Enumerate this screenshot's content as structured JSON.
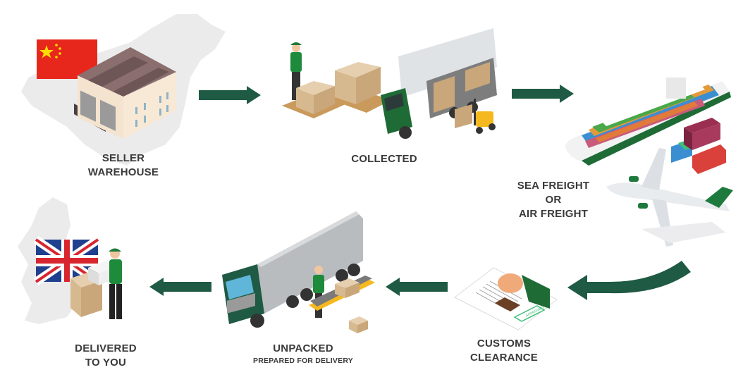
{
  "diagram": {
    "title": "Shipping process from China to UK",
    "colors": {
      "arrow": "#1f5a44",
      "label": "#3a3a3a",
      "map_gray": "#ebebeb",
      "brand_green": "#1e7a3c",
      "box_tan": "#d6b98f"
    },
    "steps": [
      {
        "id": "seller-warehouse",
        "line1": "SELLER",
        "line2": "WAREHOUSE",
        "flag": "china-flag",
        "illustration": "warehouse-icon"
      },
      {
        "id": "collected",
        "line1": "COLLECTED",
        "illustration": "truck-loading-icon"
      },
      {
        "id": "freight",
        "line1": "SEA FREIGHT",
        "line2": "OR",
        "line3": "AIR FREIGHT",
        "illustration": "ship-and-plane-icon"
      },
      {
        "id": "customs-clearance",
        "line1": "CUSTOMS",
        "line2": "CLEARANCE",
        "illustration": "approval-stamp-icon",
        "stamp_text": "APPROVED"
      },
      {
        "id": "unpacked",
        "line1": "UNPACKED",
        "sub": "PREPARED FOR DELIVERY",
        "illustration": "conveyor-truck-icon"
      },
      {
        "id": "delivered",
        "line1": "DELIVERED",
        "line2": "TO YOU",
        "flag": "uk-flag",
        "illustration": "courier-icon"
      }
    ],
    "flow": [
      "seller-warehouse",
      "collected",
      "freight",
      "customs-clearance",
      "unpacked",
      "delivered"
    ]
  }
}
